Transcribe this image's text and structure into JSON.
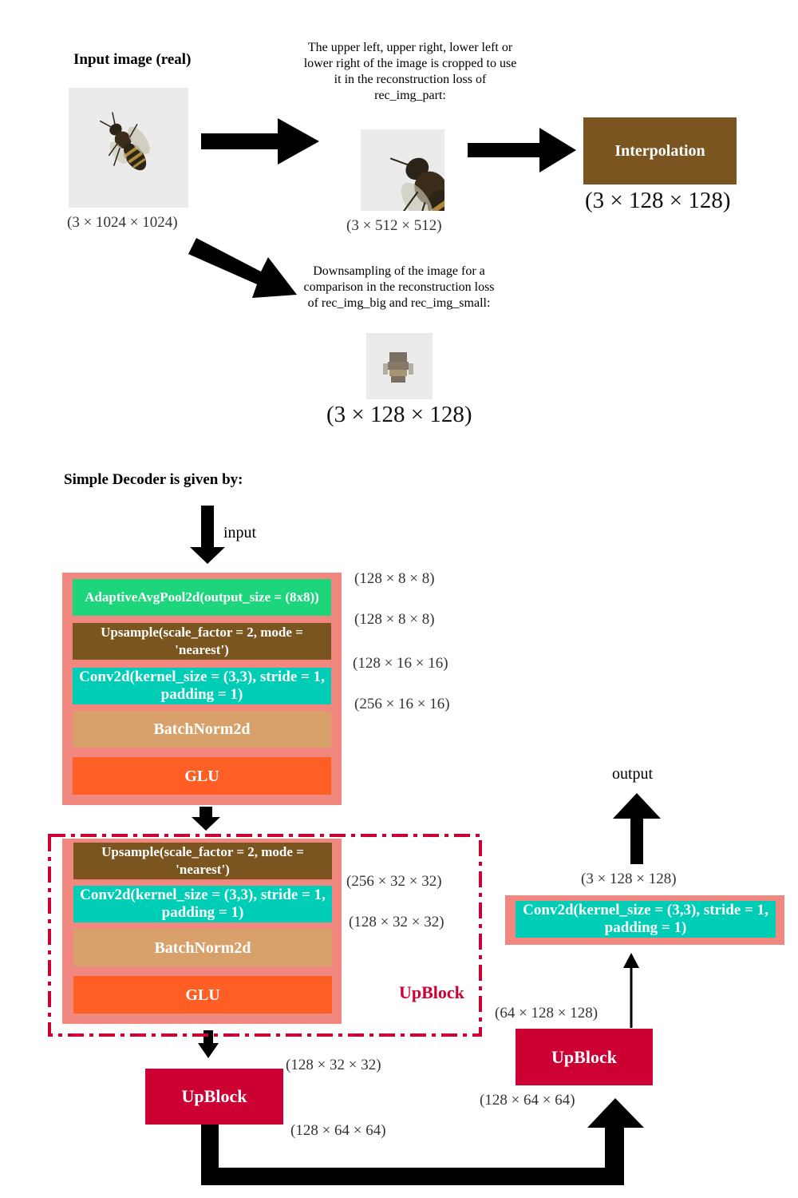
{
  "top": {
    "input_label": "Input image (real)",
    "input_dims": "(3 × 1024 × 1024)",
    "crop_caption": "The upper left, upper right, lower left or lower right of the image is cropped to use it in the reconstruction loss of rec_img_part:",
    "crop_dims": "(3 × 512 × 512)",
    "interp_label": "Interpolation",
    "interp_dims": "(3 × 128 × 128)",
    "down_caption": "Downsampling of the image for a comparison in the reconstruction loss of rec_img_big and rec_img_small:",
    "down_dims": "(3 × 128 × 128)"
  },
  "decoder": {
    "title": "Simple Decoder is given by:",
    "input_label": "input",
    "output_label": "output",
    "first_block": {
      "layers": [
        "AdaptiveAvgPool2d(output_size = (8x8))",
        "Upsample(scale_factor = 2, mode = 'nearest')",
        "Conv2d(kernel_size = (3,3), stride = 1, padding = 1)",
        "BatchNorm2d",
        "GLU"
      ],
      "dims": [
        "(128 × 8 × 8)",
        "(128 × 8 × 8)",
        "(128 × 16 × 16)",
        "(256 × 16 × 16)"
      ]
    },
    "upblock_detail": {
      "layers": [
        "Upsample(scale_factor = 2, mode = 'nearest')",
        "Conv2d(kernel_size = (3,3), stride = 1, padding = 1)",
        "BatchNorm2d",
        "GLU"
      ],
      "dims": [
        "(256 × 32 × 32)",
        "(128 × 32 × 32)"
      ],
      "label": "UpBlock"
    },
    "upblock2": {
      "label": "UpBlock",
      "dim_in": "(128 × 32 × 32)",
      "dim_out": "(128 × 64 × 64)"
    },
    "upblock3": {
      "label": "UpBlock",
      "dim_in": "(128 × 64 × 64)",
      "dim_out": "(64 × 128 × 128)"
    },
    "final_conv": {
      "label": "Conv2d(kernel_size = (3,3), stride = 1, padding = 1)",
      "dims": "(3 × 128 × 128)"
    }
  },
  "colors": {
    "green": "#1dd67c",
    "brown": "#7a5520",
    "teal": "#00cdb6",
    "tan": "#d8a06a",
    "orange": "#ff5f24",
    "salmon": "#f08880",
    "crimson": "#cc0033",
    "interp": "#7a5520"
  }
}
